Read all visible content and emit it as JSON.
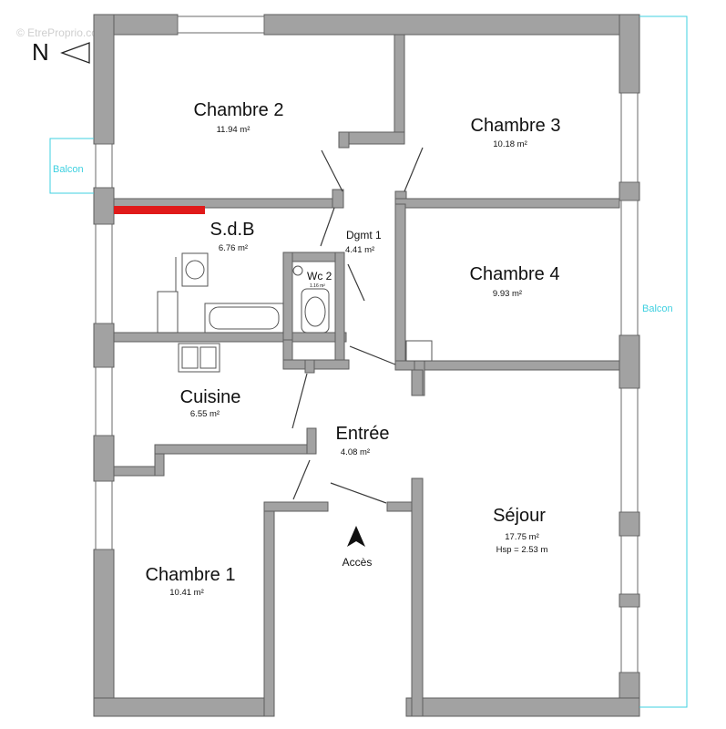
{
  "watermark": "© EtreProprio.com",
  "compass": {
    "north": "N"
  },
  "access": {
    "label": "Accès"
  },
  "balcony": {
    "label": "Balcon",
    "color": "#3fd0e0"
  },
  "highlight_color": "#e01a1a",
  "rooms": {
    "chambre2": {
      "name": "Chambre 2",
      "area": "11.94 m²"
    },
    "chambre3": {
      "name": "Chambre 3",
      "area": "10.18 m²"
    },
    "sdb": {
      "name": "S.d.B",
      "area": "6.76  m²"
    },
    "dgmt": {
      "name": "Dgmt 1",
      "area": "4.41 m²"
    },
    "wc": {
      "name": "Wc 2",
      "area": "1.16 m²"
    },
    "chambre4": {
      "name": "Chambre 4",
      "area": "9.93 m²"
    },
    "cuisine": {
      "name": "Cuisine",
      "area": "6.55  m²"
    },
    "entree": {
      "name": "Entrée",
      "area": "4.08 m²"
    },
    "sejour": {
      "name": "Séjour",
      "area": "17.75 m²",
      "height": "Hsp = 2.53 m"
    },
    "chambre1": {
      "name": "Chambre 1",
      "area": "10.41 m²"
    }
  }
}
